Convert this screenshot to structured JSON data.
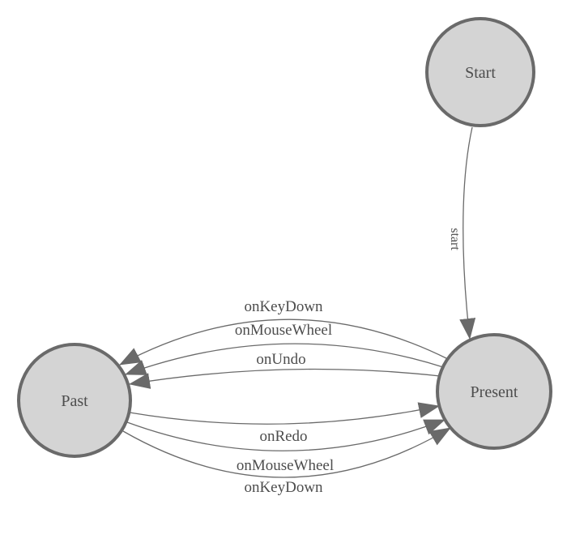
{
  "diagram": {
    "type": "state-machine",
    "background": "#ffffff",
    "colors": {
      "node_fill": "#d4d4d4",
      "node_stroke": "#6a6a6a",
      "edge_stroke": "#6a6a6a",
      "arrowhead_fill": "#6a6a6a",
      "label_text": "#4d4d4d"
    },
    "nodes": {
      "start": {
        "label": "Start"
      },
      "past": {
        "label": "Past"
      },
      "present": {
        "label": "Present"
      }
    },
    "edges": {
      "start_to_present": {
        "from": "Start",
        "to": "Present",
        "label": "start"
      },
      "present_to_past": [
        {
          "from": "Present",
          "to": "Past",
          "label": "onKeyDown"
        },
        {
          "from": "Present",
          "to": "Past",
          "label": "onMouseWheel"
        },
        {
          "from": "Present",
          "to": "Past",
          "label": "onUndo"
        }
      ],
      "past_to_present": [
        {
          "from": "Past",
          "to": "Present",
          "label": "onRedo"
        },
        {
          "from": "Past",
          "to": "Present",
          "label": "onMouseWheel"
        },
        {
          "from": "Past",
          "to": "Present",
          "label": "onKeyDown"
        }
      ]
    }
  }
}
